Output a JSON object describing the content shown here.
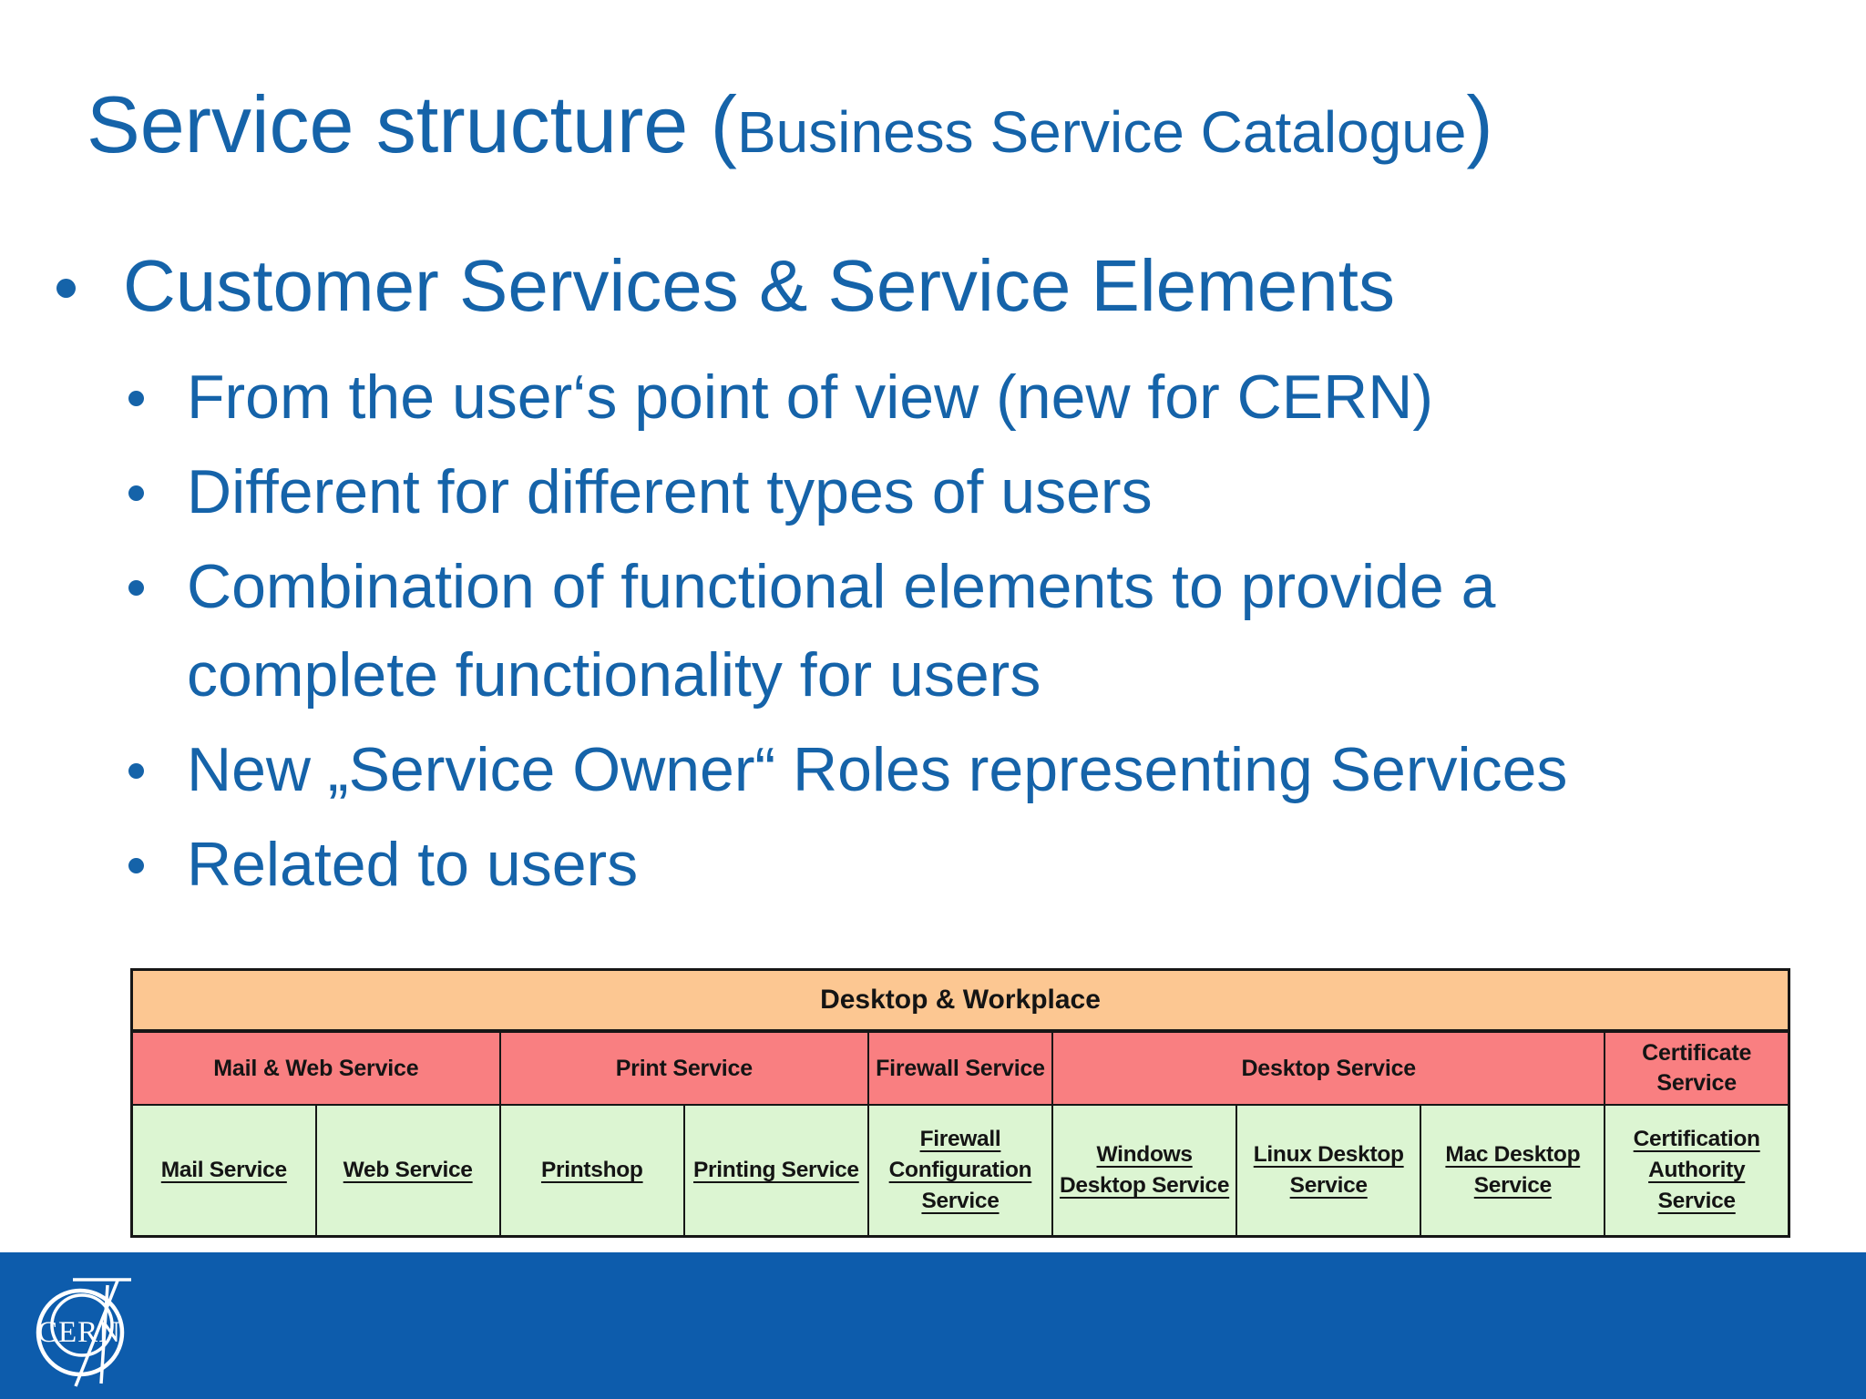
{
  "title": {
    "main": "Service structure (",
    "sub": "Business Service Catalogue",
    "close": ")"
  },
  "bullets": {
    "level1": "Customer Services & Service Elements",
    "level2": [
      "From the user‘s point of view (new for CERN)",
      "Different for different types of users",
      "Combination of functional elements to provide a complete functionality for users",
      "New „Service Owner“ Roles representing Services",
      "Related to users"
    ]
  },
  "catalogue_table": {
    "header": "Desktop & Workplace",
    "groups": [
      {
        "label": "Mail & Web Service",
        "span": 2
      },
      {
        "label": "Print Service",
        "span": 2
      },
      {
        "label": "Firewall Service",
        "span": 1
      },
      {
        "label": "Desktop Service",
        "span": 3
      },
      {
        "label": "Certificate Service",
        "span": 1
      }
    ],
    "services": [
      "Mail Service",
      "Web Service",
      "Printshop",
      "Printing Service",
      "Firewall Configuration Service",
      "Windows Desktop Service",
      "Linux Desktop Service",
      "Mac Desktop Service",
      "Certification Authority Service"
    ]
  },
  "footer": {
    "logo_text": "CERN"
  },
  "colors": {
    "text_blue": "#1563A9",
    "footer_blue": "#0D5CAC",
    "table_header_orange": "#FCC792",
    "table_group_red": "#F97F81",
    "table_service_green": "#DCF5D2",
    "table_border": "#161616"
  }
}
